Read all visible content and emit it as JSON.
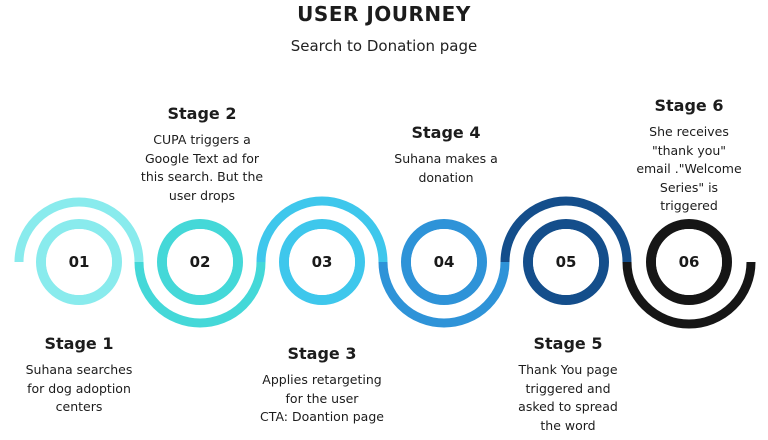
{
  "header": {
    "title": "USER JOURNEY",
    "subtitle": "Search to Donation page"
  },
  "stages": [
    {
      "number": "01",
      "title": "Stage 1",
      "description": "Suhana searches\nfor dog adoption\ncenters",
      "color": "#89ebed"
    },
    {
      "number": "02",
      "title": "Stage 2",
      "description": "CUPA triggers a\nGoogle Text ad for\nthis search. But the\nuser drops",
      "color": "#44d8d8"
    },
    {
      "number": "03",
      "title": "Stage 3",
      "description": "Applies retargeting\nfor the user\nCTA: Doantion page",
      "color": "#3ec7ec"
    },
    {
      "number": "04",
      "title": "Stage 4",
      "description": "Suhana makes a\ndonation",
      "color": "#2e93d8"
    },
    {
      "number": "05",
      "title": "Stage 5",
      "description": "Thank You page\ntriggered and\nasked to spread\nthe word",
      "color": "#144e8b"
    },
    {
      "number": "06",
      "title": "Stage 6",
      "description": "She receives\n\"thank you\"\nemail .\"Welcome\nSeries\" is\ntriggered",
      "color": "#161616"
    }
  ]
}
